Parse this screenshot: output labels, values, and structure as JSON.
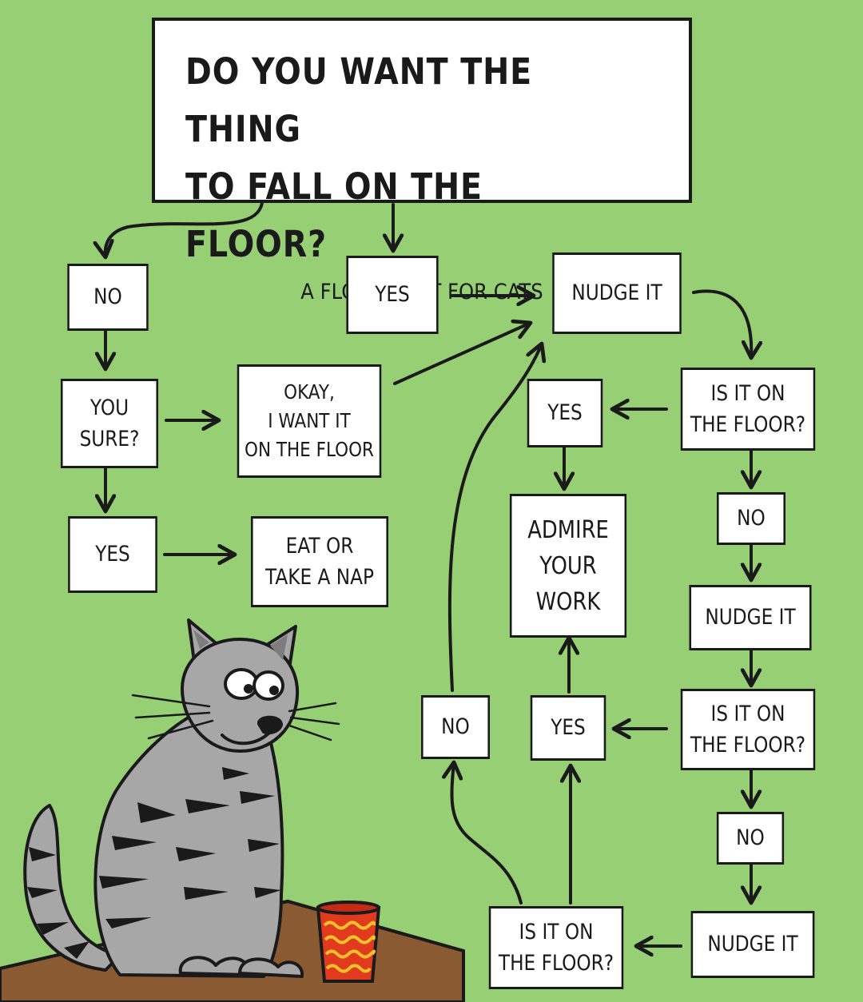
{
  "title": {
    "line1": "DO YOU WANT THE THING",
    "line2": "TO FALL ON THE FLOOR?",
    "subtitle": "A FLOWCHART FOR CATS"
  },
  "nodes": {
    "no_top": "NO",
    "yes_top": "YES",
    "nudge_1": "NUDGE IT",
    "you_sure": "YOU\nSURE?",
    "okay": "OKAY,\nI WANT IT\nON THE FLOOR",
    "yes_sure": "YES",
    "eat_nap": "EAT OR\nTAKE A NAP",
    "yes_floor_1": "YES",
    "floor_check_1": "IS IT ON\nTHE FLOOR?",
    "admire": "ADMIRE\nYOUR\nWORK",
    "no_floor_1": "NO",
    "nudge_2": "NUDGE IT",
    "no_bottom": "NO",
    "yes_floor_2": "YES",
    "floor_check_2": "IS IT ON\nTHE FLOOR?",
    "no_floor_2": "NO",
    "floor_check_3": "IS IT ON\nTHE FLOOR?",
    "nudge_3": "NUDGE IT"
  },
  "colors": {
    "background": "#97cf74",
    "cat_fur": "#a7a7a7",
    "cat_stripes": "#1a1a1a",
    "table": "#8a5b32",
    "cup": "#e23a1e",
    "cup_pattern": "#f2c22b"
  }
}
